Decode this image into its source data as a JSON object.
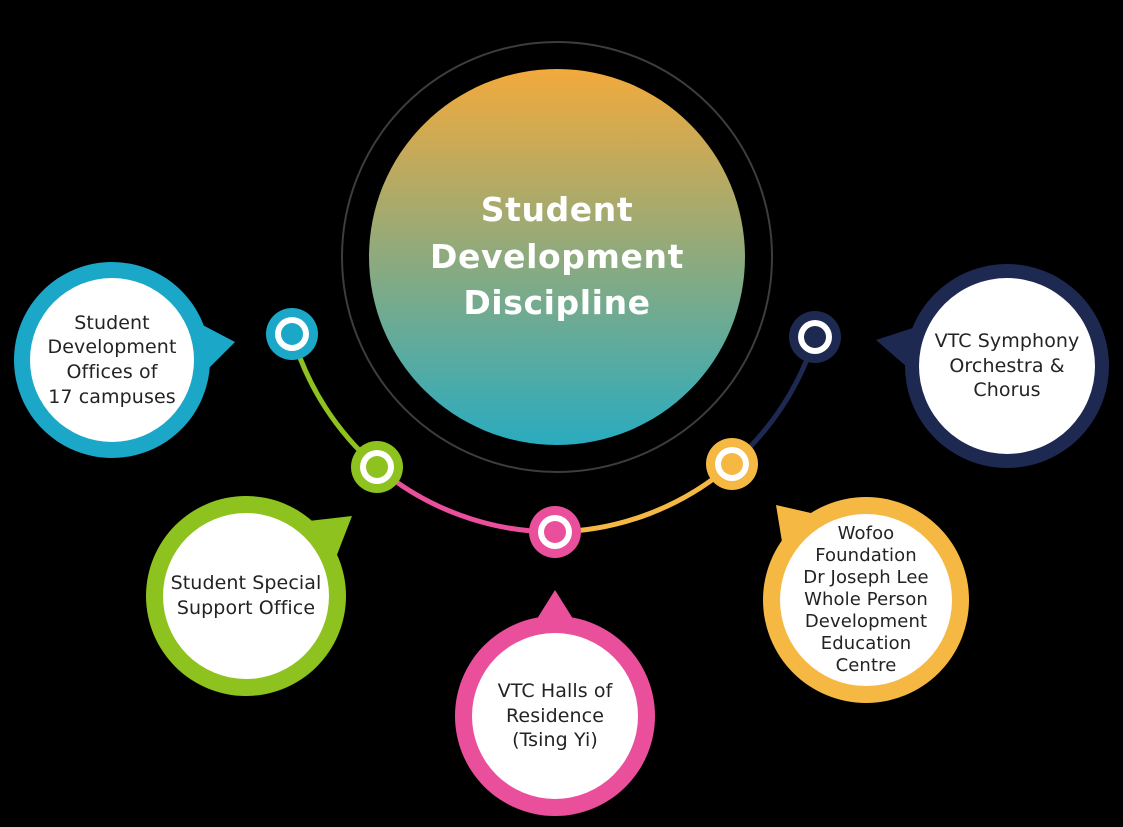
{
  "background_color": "#000000",
  "center": {
    "title": "Student\nDevelopment\nDiscipline",
    "gradient_top": "#F2AA3C",
    "gradient_bottom": "#2AABBF",
    "outline_ring_color": "#3D3D3D",
    "text_color": "#FFFFFF"
  },
  "label_text_color": "#232323",
  "node_inner_color": "#FFFFFF",
  "nodes": [
    {
      "id": "student-development-offices",
      "label": "Student\nDevelopment\nOffices of\n17 campuses",
      "color": "#1BA7C8"
    },
    {
      "id": "student-special-support-office",
      "label": "Student Special\nSupport Office",
      "color": "#8DC21F"
    },
    {
      "id": "vtc-halls-of-residence",
      "label": "VTC Halls of\nResidence\n(Tsing Yi)",
      "color": "#EA4F9C"
    },
    {
      "id": "wofoo-foundation-centre",
      "label": "Wofoo\nFoundation\nDr Joseph Lee\nWhole Person\nDevelopment\nEducation\nCentre",
      "color": "#F5B843"
    },
    {
      "id": "vtc-symphony-orchestra",
      "label": "VTC Symphony\nOrchestra &\nChorus",
      "color": "#1D2951"
    }
  ]
}
